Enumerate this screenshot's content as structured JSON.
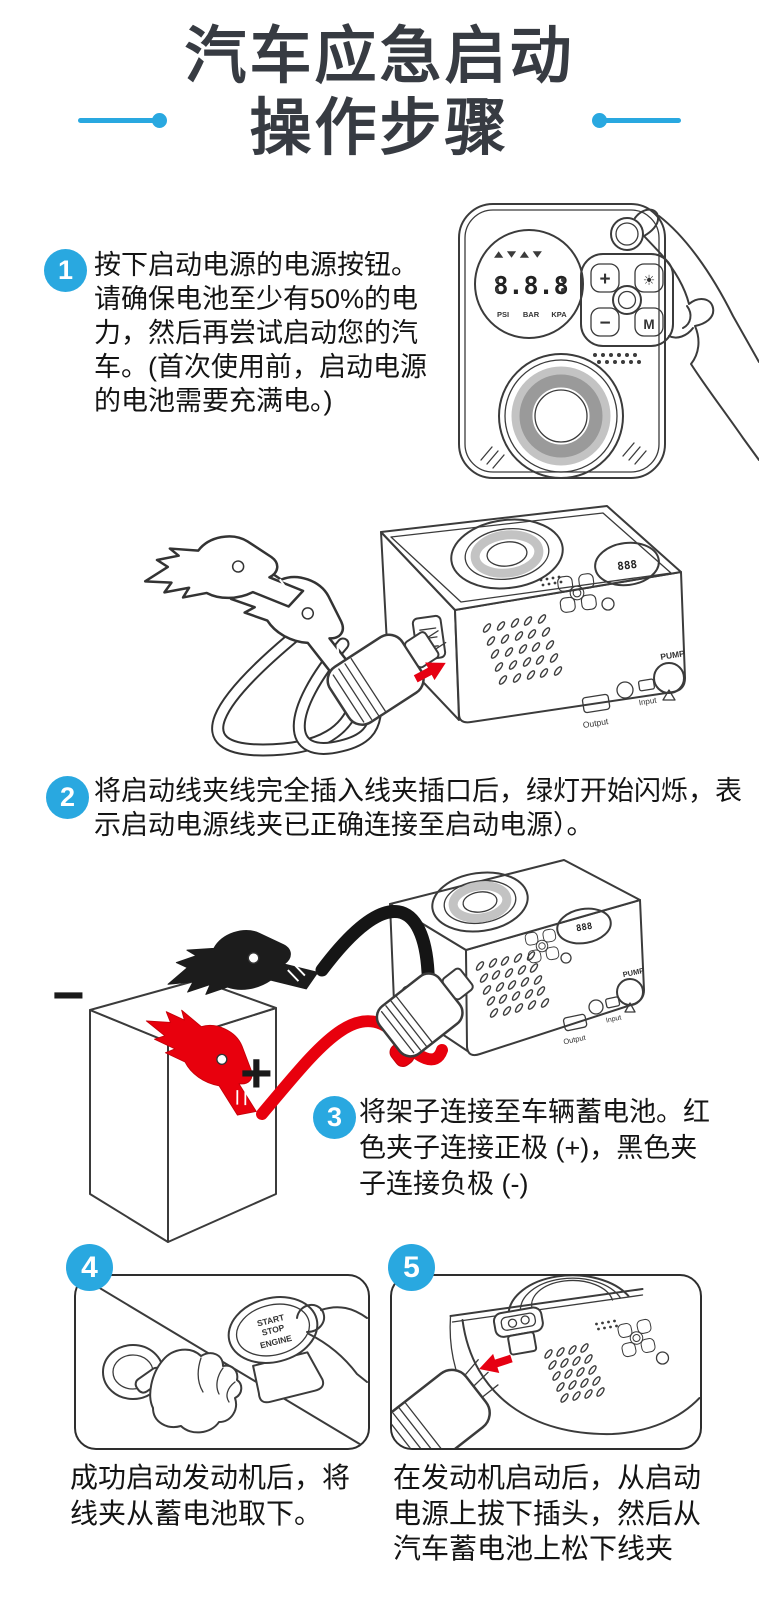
{
  "page": {
    "background": "#ffffff",
    "accent": "#29A8E0",
    "red": "#E60012",
    "title_color": "#373B42",
    "text_color": "#141414"
  },
  "title": {
    "line1": "汽车应急启动",
    "line2": "操作步骤"
  },
  "steps": [
    {
      "num": "1",
      "text": "按下启动电源的电源按钮。请确保电池至少有50%的电力，然后再尝试启动您的汽车。(首次使用前，启动电源的电池需要充满电。)"
    },
    {
      "num": "2",
      "text": "将启动线夹线完全插入线夹插口后，绿灯开始闪烁，表示启动电源线夹已正确连接至启动电源）。"
    },
    {
      "num": "3",
      "text": "将架子连接至车辆蓄电池。红色夹子连接正极 (+)，黑色夹子连接负极 (-)"
    },
    {
      "num": "4",
      "text": "成功启动发动机后，将线夹从蓄电池取下。"
    },
    {
      "num": "5",
      "text": "在发动机启动后，从启动电源上拔下插头，然后从汽车蓄电池上松下线夹"
    }
  ],
  "device": {
    "display_value": "8.8.8",
    "display_small": "888",
    "units": {
      "psi": "PSI",
      "bar": "BAR",
      "kpa": "KPA"
    },
    "buttons": {
      "plus": "+",
      "light": "☀",
      "minus": "−",
      "mode": "M"
    },
    "ports": {
      "output": "Output",
      "input": "Input",
      "pump": "PUMP"
    }
  },
  "battery": {
    "negative": "−",
    "positive": "+"
  },
  "engine_button": {
    "line1": "START",
    "line2": "STOP",
    "line3": "ENGINE"
  }
}
